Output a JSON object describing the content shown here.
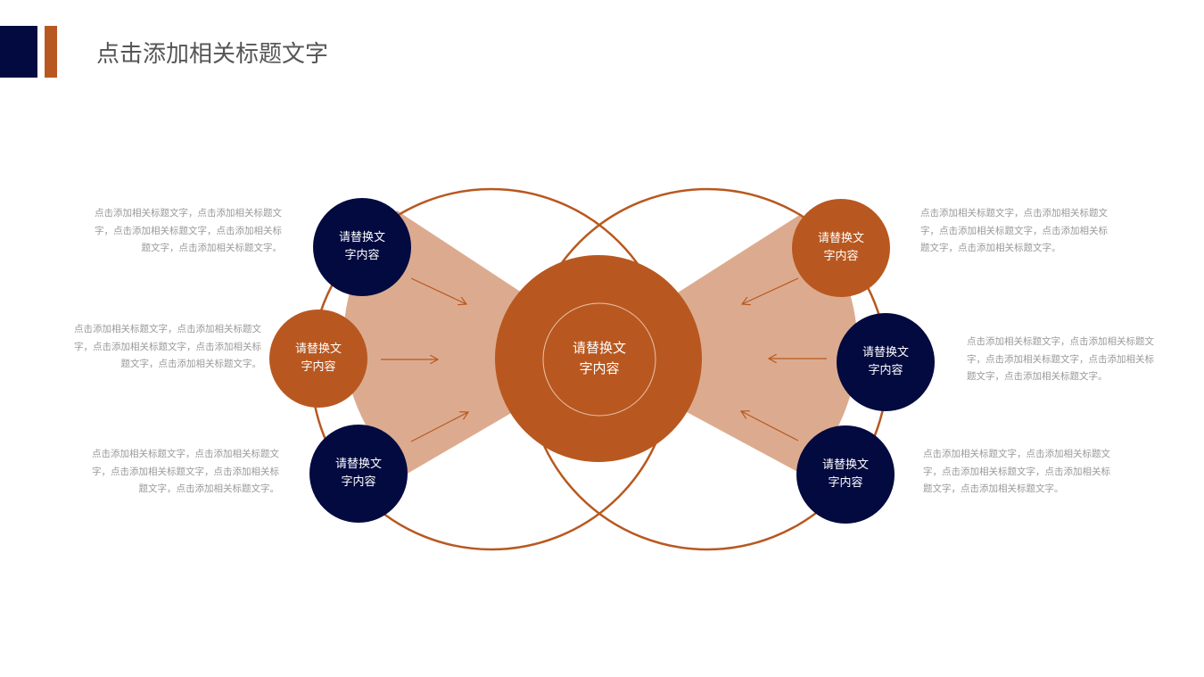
{
  "header": {
    "title": "点击添加相关标题文字"
  },
  "center": {
    "label_line1": "请替换文",
    "label_line2": "字内容"
  },
  "nodes": [
    {
      "line1": "请替换文",
      "line2": "字内容",
      "color": "#030a40"
    },
    {
      "line1": "请替换文",
      "line2": "字内容",
      "color": "#b85820"
    },
    {
      "line1": "请替换文",
      "line2": "字内容",
      "color": "#030a40"
    },
    {
      "line1": "请替换文",
      "line2": "字内容",
      "color": "#b85820"
    },
    {
      "line1": "请替换文",
      "line2": "字内容",
      "color": "#030a40"
    },
    {
      "line1": "请替换文",
      "line2": "字内容",
      "color": "#030a40"
    }
  ],
  "descriptions": [
    "点击添加相关标题文字，点击添加相关标题文字，点击添加相关标题文字，点击添加相关标题文字，点击添加相关标题文字。",
    "点击添加相关标题文字，点击添加相关标题文字，点击添加相关标题文字，点击添加相关标题文字，点击添加相关标题文字。",
    "点击添加相关标题文字，点击添加相关标题文字，点击添加相关标题文字，点击添加相关标题文字，点击添加相关标题文字。",
    "点击添加相关标题文字，点击添加相关标题文字，点击添加相关标题文字，点击添加相关标题文字，点击添加相关标题文字。",
    "点击添加相关标题文字，点击添加相关标题文字，点击添加相关标题文字，点击添加相关标题文字，点击添加相关标题文字。",
    "点击添加相关标题文字，点击添加相关标题文字，点击添加相关标题文字，点击添加相关标题文字，点击添加相关标题文字。"
  ],
  "colors": {
    "navy": "#030a40",
    "orange": "#b85820",
    "fan": "#dcab8f"
  }
}
